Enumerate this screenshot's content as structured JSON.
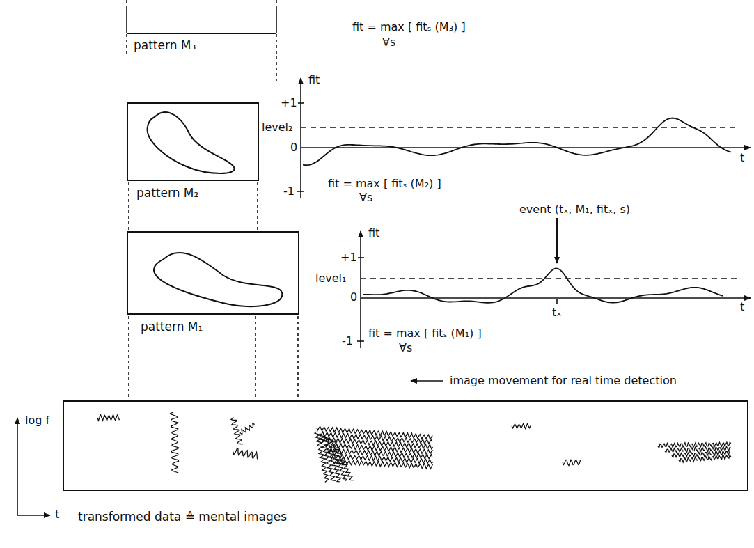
{
  "diagram": {
    "nodes": [
      {
        "text": [
          "pattern M₃"
        ]
      },
      {
        "text": [
          "pattern M₂"
        ]
      },
      {
        "text": [
          "pattern M₁"
        ]
      },
      {
        "text": [
          "transformed data ≙ mental images"
        ]
      }
    ],
    "labels": [
      "fit = max [ fitₛ (M₃) ]",
      "∀s",
      "fit",
      "+1",
      "level₂",
      "0",
      "t",
      "fit = max [ fitₛ (M₂) ]",
      "∀s",
      "-1",
      "event (tₓ, M₁, fitₓ, s)",
      "fit",
      "+1",
      "level₁",
      "0",
      "t",
      "tₓ",
      "fit = max [ fitₛ (M₁) ]",
      "∀s",
      "-1",
      "image movement for real time detection",
      "log f",
      "t"
    ]
  }
}
